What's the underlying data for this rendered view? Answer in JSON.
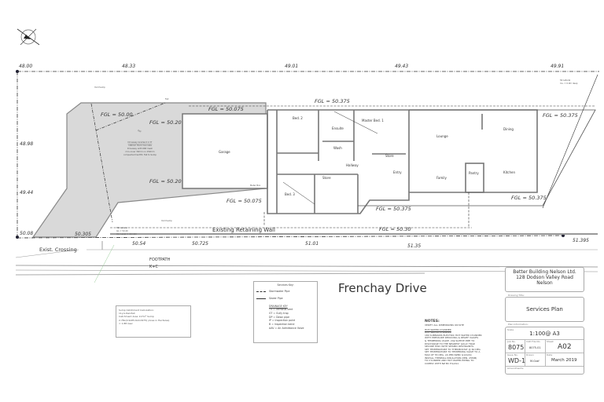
{
  "levels": {
    "top": [
      "48.00",
      "48.33",
      "49.01",
      "49.43",
      "49.91"
    ],
    "left": [
      "48.98",
      "49.44",
      "50.08"
    ],
    "bottom": [
      "50.305",
      "50.54",
      "50.725",
      "51.01",
      "51.35",
      "51.395"
    ]
  },
  "fgl": [
    "FGL = 50.00",
    "FGL = 50.20",
    "FGL = 50.20",
    "FGL = 50.075",
    "FGL = 50.075",
    "FGL = 50.375",
    "FGL = 50.375",
    "FGL = 50.375",
    "FGL = 50.375",
    "FGL = 50.30"
  ],
  "rooms": [
    "Garage",
    "Bed. 2",
    "Ensuite",
    "Master Bed. 1",
    "Wash",
    "Store",
    "Hallway",
    "Entry",
    "Bed. 3",
    "Store",
    "Lounge",
    "Family",
    "Pantry",
    "Dining",
    "Kitchen",
    "Meter Box"
  ],
  "driveway_note": [
    "Driveway Gradient 1:37",
    "100mm thick Concrete",
    "Driveway with 668 mesh",
    "min.cover 30mm on 150mm",
    "compacted hardfill. Fall to Sump"
  ],
  "fall_label": "Fall",
  "site": {
    "retaining_wall": "Existing Retaining Wall",
    "crossing": "Exist. Crossing",
    "footpath": "FOOTPATH",
    "kc": "K+C",
    "street": "Frenchay Drive",
    "ss_lateral": "SS Lateral",
    "ss_lateral_inv": "Inv. = 0.9m deep",
    "sw_lateral": [
      "SW Lateral",
      "GL = 50.40",
      "Inv. Level = 49.10m"
    ],
    "yard_sump": "Yard Sump"
  },
  "services_key": {
    "title": "Services Key:",
    "stormwater": "Stormwater Pipe",
    "sewer": "Sewer Pipe",
    "drainage_title": "DRAINAGE KEY",
    "items": [
      "TV  = Terminal vent",
      "GT  = Gully trap",
      "DP  = Down pipe",
      "IP  = Inspection point",
      "B   = Inspection bend",
      "AAV = Air Admittance Valve"
    ]
  },
  "sump_calc": {
    "title": "Sump Catchment Calculation:",
    "rainfall": "11yrs Rainfall",
    "area": "Catchment Area 117m² Sump",
    "formula": "2.78x(0.9x85.6x0.0975) (Area in Hectares)",
    "result": "= 1.88 l/sec"
  },
  "notes": {
    "title": "NOTES:",
    "verify": "VERIFY ALL DIMENSIONS ON SITE",
    "hw_title": "HOT WATER CYLINDER",
    "hw_lines": [
      "HOT WATER CYLINDER",
      "180 SUBMAINS ELECTRIC HOT WATER CYLINDER",
      "WITH PRESSURE REDUCING & RELIEF VALVES",
      "& TEMPERING VALVE. 20ø SLEEVE PIPE TO",
      "DISCHARGE TO THE NEAREST GULLY TRAP.",
      "SECURE HWC WITH SEISMIC RESTRAINTS.",
      "SET TEMPERATURE TO THERMOSTAT @ 60 DEG",
      "SET TEMPERATURE TO TEMPERING VALVE TO A",
      "MAX OF 55 DEG. AS PER NZBC G12/AS1",
      "INSTALL THERMAL INSULATION (MIN. 25MM)",
      "TO CYLINDER AND HOT WATER PIPING TO",
      "COMPLY WITH NZ BC H1/AS1"
    ]
  },
  "title_block": {
    "company": "Better Building Nelson Ltd.",
    "address": "128 Dodson Valley Road",
    "city": "Nelson",
    "drawing_title_label": "Drawing Title:",
    "drawing_title": "Services Plan",
    "plan_info_label": "Plan Information:",
    "scale_label": "Scale",
    "scale": "1:100@ A3",
    "job_label": "Job No.",
    "job": "8075",
    "cad_label": "CAD File No.",
    "cad": "8075-01",
    "sheet_label": "Sheet",
    "sheet": "A02",
    "issue_label": "Issue No.",
    "issue": "WD-1",
    "drawn_label": "Drawn",
    "drawn": "M.Graf",
    "date_label": "Date",
    "date": "March 2019",
    "amendments_label": "Amendments:"
  },
  "colors": {
    "driveway": "#d9d9d9",
    "walls": "#777777",
    "lines": "#444444"
  },
  "icons": [
    "north-arrow-icon",
    "survey-peg-icon"
  ]
}
